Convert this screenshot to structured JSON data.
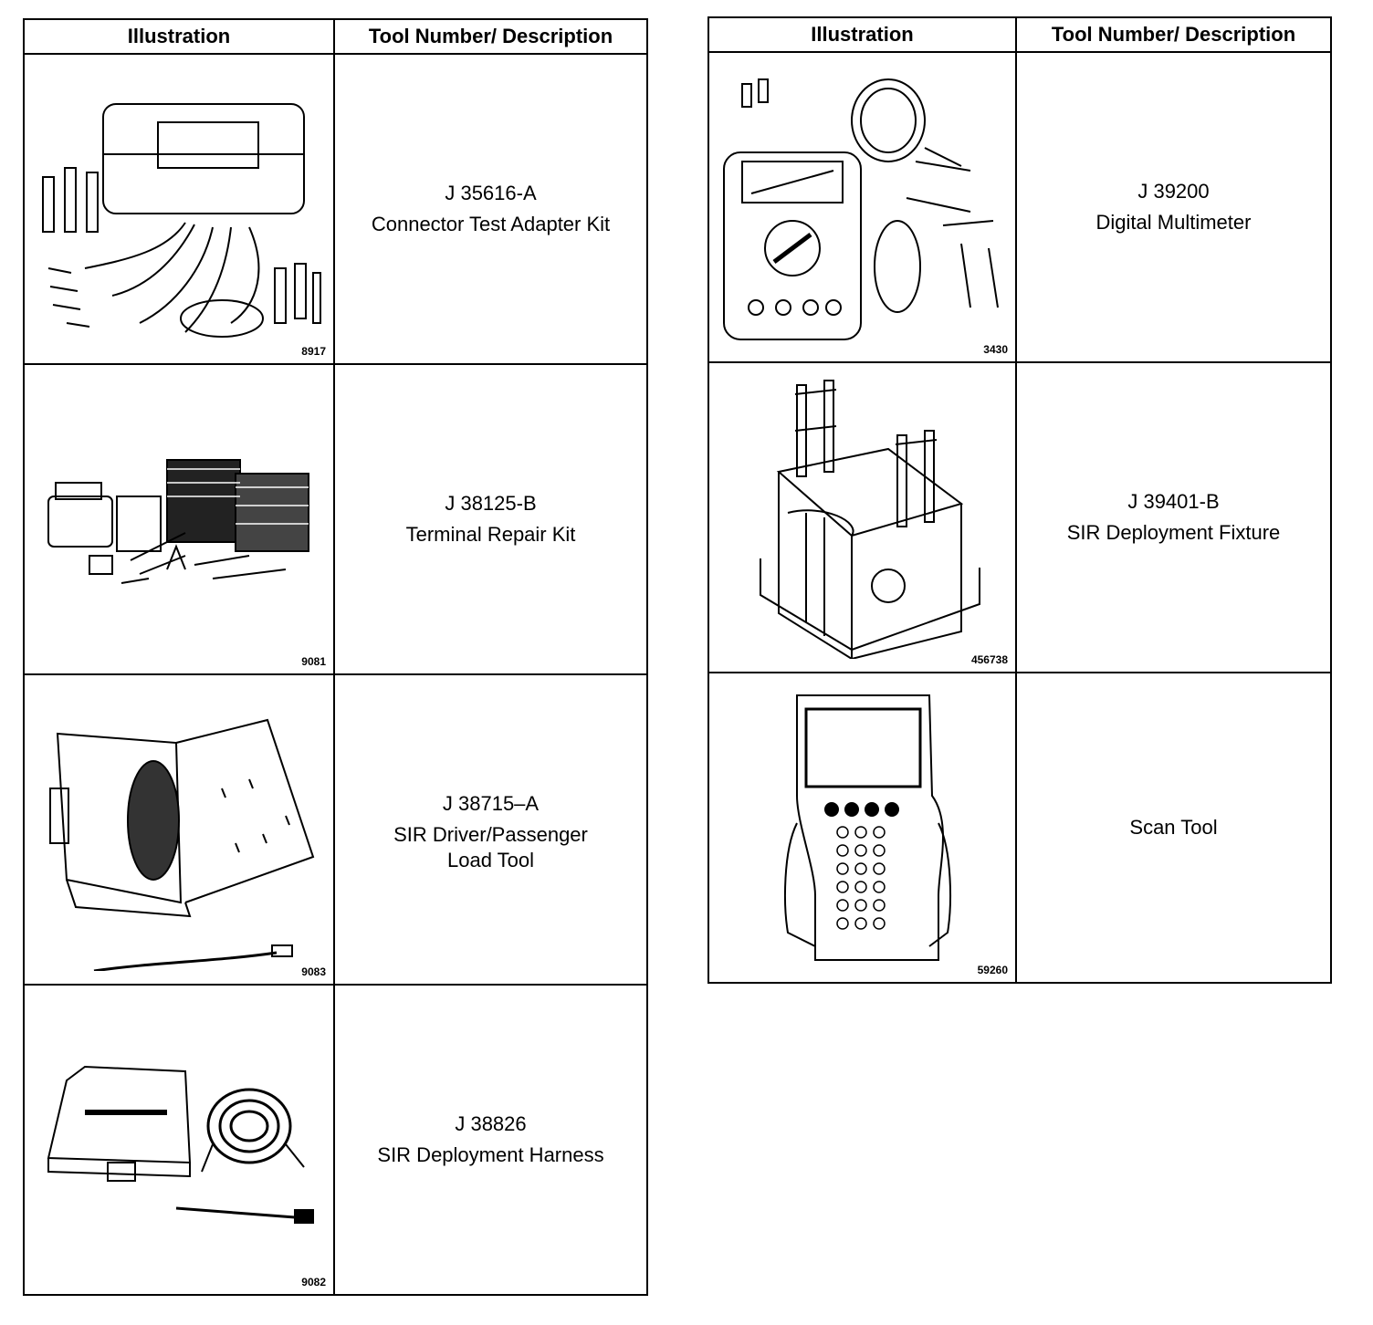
{
  "left_table": {
    "headers": [
      "Illustration",
      "Tool Number/ Description"
    ],
    "rows": [
      {
        "figure": "8917",
        "tool_number": "J 35616-A",
        "description": "Connector Test Adapter Kit",
        "description_2": ""
      },
      {
        "figure": "9081",
        "tool_number": "J 38125-B",
        "description": "Terminal Repair Kit",
        "description_2": ""
      },
      {
        "figure": "9083",
        "tool_number": "J 38715–A",
        "description": "SIR Driver/Passenger",
        "description_2": "Load Tool"
      },
      {
        "figure": "9082",
        "tool_number": "J 38826",
        "description": "SIR Deployment Harness",
        "description_2": ""
      }
    ]
  },
  "right_table": {
    "headers": [
      "Illustration",
      "Tool Number/ Description"
    ],
    "rows": [
      {
        "figure": "3430",
        "tool_number": "J 39200",
        "description": "Digital Multimeter"
      },
      {
        "figure": "456738",
        "tool_number": "J 39401-B",
        "description": "SIR Deployment Fixture"
      },
      {
        "figure": "59260",
        "tool_number": "",
        "description": "Scan Tool"
      }
    ]
  }
}
